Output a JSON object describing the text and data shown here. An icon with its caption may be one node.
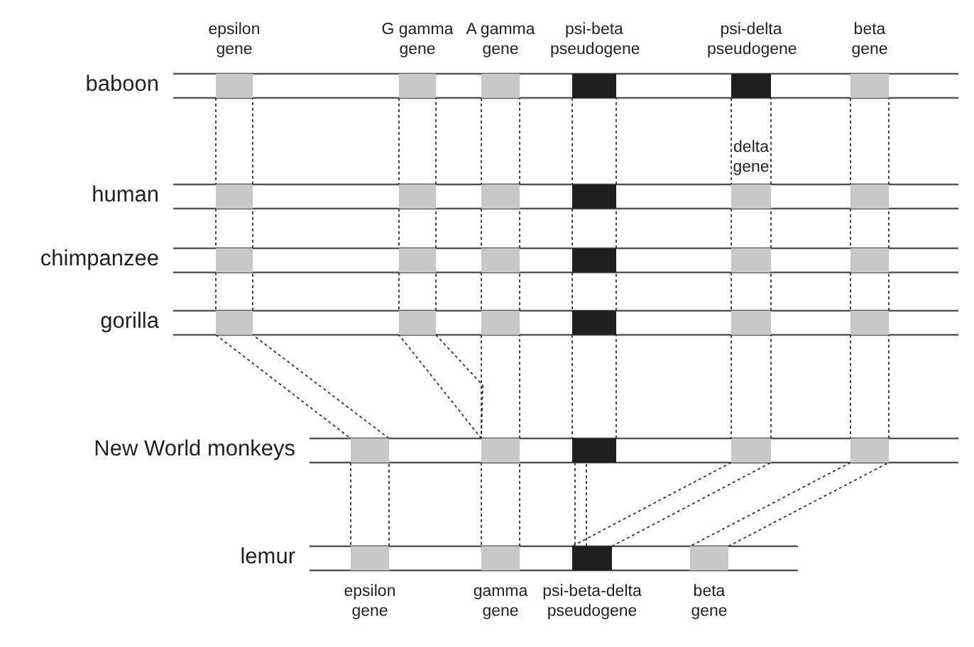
{
  "diagram": {
    "nodes": [
      {
        "text": [],
        "shape": "box",
        "beside": [
          "epsilon gene"
        ]
      },
      {
        "text": [],
        "shape": "box",
        "beside": [
          "G gamma gene"
        ]
      },
      {
        "text": [],
        "shape": "box",
        "beside": [
          "A gamma gene"
        ]
      },
      {
        "text": [],
        "shape": "box",
        "beside": [
          "psi-beta pseudogene"
        ]
      },
      {
        "text": [],
        "shape": "box",
        "beside": [
          "psi-delta pseudogene"
        ]
      },
      {
        "text": [],
        "shape": "box",
        "beside": [
          "beta gene"
        ]
      },
      {
        "text": [],
        "shape": "box"
      },
      {
        "text": [],
        "shape": "box"
      },
      {
        "text": [],
        "shape": "box"
      },
      {
        "text": [],
        "shape": "box"
      },
      {
        "text": [],
        "shape": "box",
        "beside": [
          "delta gene"
        ]
      },
      {
        "text": [],
        "shape": "box"
      },
      {
        "text": [],
        "shape": "box"
      },
      {
        "text": [],
        "shape": "box"
      },
      {
        "text": [],
        "shape": "box"
      },
      {
        "text": [],
        "shape": "box"
      },
      {
        "text": [],
        "shape": "box"
      },
      {
        "text": [],
        "shape": "box"
      },
      {
        "text": [],
        "shape": "box"
      },
      {
        "text": [],
        "shape": "box"
      },
      {
        "text": [],
        "shape": "box"
      },
      {
        "text": [],
        "shape": "box"
      },
      {
        "text": [],
        "shape": "box"
      },
      {
        "text": [],
        "shape": "box"
      },
      {
        "text": [],
        "shape": "box"
      },
      {
        "text": [],
        "shape": "box"
      },
      {
        "text": [],
        "shape": "box"
      },
      {
        "text": [],
        "shape": "box"
      },
      {
        "text": [],
        "shape": "box"
      },
      {
        "text": [],
        "shape": "box",
        "beside": [
          "epsilon gene"
        ]
      },
      {
        "text": [],
        "shape": "box",
        "beside": [
          "gamma gene"
        ]
      },
      {
        "text": [],
        "shape": "box",
        "beside": [
          "psi-beta-delta pseudogene"
        ]
      },
      {
        "text": [],
        "shape": "box",
        "beside": [
          "beta gene"
        ]
      }
    ],
    "edges": [
      {
        "from": 0,
        "to": 6,
        "arrow": "none",
        "style": "dashed"
      },
      {
        "from": 1,
        "to": 7,
        "arrow": "none",
        "style": "dashed"
      },
      {
        "from": 2,
        "to": 8,
        "arrow": "none",
        "style": "dashed"
      },
      {
        "from": 3,
        "to": 9,
        "arrow": "none",
        "style": "dashed"
      },
      {
        "from": 4,
        "to": 10,
        "arrow": "none",
        "style": "dashed"
      },
      {
        "from": 5,
        "to": 11,
        "arrow": "none",
        "style": "dashed"
      },
      {
        "from": 6,
        "to": 12,
        "arrow": "none",
        "style": "dashed"
      },
      {
        "from": 7,
        "to": 13,
        "arrow": "none",
        "style": "dashed"
      },
      {
        "from": 8,
        "to": 14,
        "arrow": "none",
        "style": "dashed"
      },
      {
        "from": 9,
        "to": 15,
        "arrow": "none",
        "style": "dashed"
      },
      {
        "from": 10,
        "to": 16,
        "arrow": "none",
        "style": "dashed"
      },
      {
        "from": 11,
        "to": 17,
        "arrow": "none",
        "style": "dashed"
      },
      {
        "from": 12,
        "to": 18,
        "arrow": "none",
        "style": "dashed"
      },
      {
        "from": 13,
        "to": 19,
        "arrow": "none",
        "style": "dashed"
      },
      {
        "from": 14,
        "to": 20,
        "arrow": "none",
        "style": "dashed"
      },
      {
        "from": 15,
        "to": 21,
        "arrow": "none",
        "style": "dashed"
      },
      {
        "from": 16,
        "to": 22,
        "arrow": "none",
        "style": "dashed"
      },
      {
        "from": 17,
        "to": 23,
        "arrow": "none",
        "style": "dashed"
      },
      {
        "from": 18,
        "to": 24,
        "arrow": "none",
        "style": "dashed"
      },
      {
        "from": 19,
        "to": 25,
        "arrow": "none",
        "style": "dashed"
      },
      {
        "from": 20,
        "to": 25,
        "arrow": "none",
        "style": "dashed"
      },
      {
        "from": 21,
        "to": 26,
        "arrow": "none",
        "style": "dashed"
      },
      {
        "from": 22,
        "to": 27,
        "arrow": "none",
        "style": "dashed"
      },
      {
        "from": 23,
        "to": 28,
        "arrow": "none",
        "style": "dashed"
      },
      {
        "from": 24,
        "to": 29,
        "arrow": "none",
        "style": "dashed"
      },
      {
        "from": 25,
        "to": 30,
        "arrow": "none",
        "style": "dashed"
      },
      {
        "from": 26,
        "to": 31,
        "arrow": "none",
        "style": "dashed"
      },
      {
        "from": 27,
        "to": 31,
        "arrow": "none",
        "style": "dashed"
      },
      {
        "from": 28,
        "to": 32,
        "arrow": "none",
        "style": "dashed"
      }
    ],
    "labels": [
      "baboon",
      "human",
      "chimpanzee",
      "gorilla",
      "New World monkeys",
      "lemur"
    ]
  }
}
